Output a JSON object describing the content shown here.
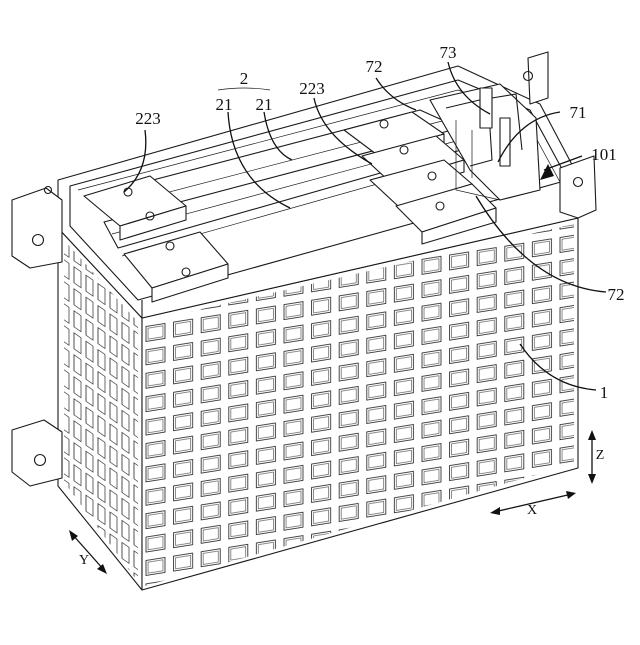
{
  "figure": {
    "reference_labels": {
      "label_2": "2",
      "label_21_left": "21",
      "label_21_right": "21",
      "label_223_left": "223",
      "label_223_center": "223",
      "label_72_top": "72",
      "label_72_bottom": "72",
      "label_73": "73",
      "label_71": "71",
      "label_101": "101",
      "label_1": "1"
    },
    "axis_labels": {
      "x": "X",
      "y": "Y",
      "z": "Z"
    }
  }
}
